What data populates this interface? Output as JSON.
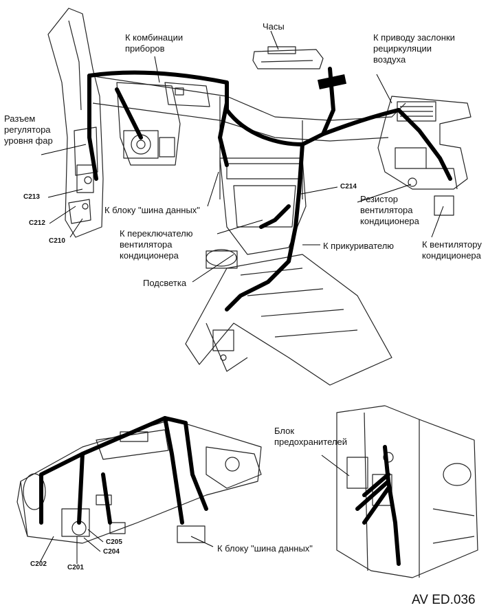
{
  "figure_id": "AV ED.036",
  "labels": {
    "cluster": "К комбинации\nприборов",
    "clock": "Часы",
    "recirc": "К приводу заслонки\nрециркуляции\nвоздуха",
    "headlamp": "Разъем\nрегулятора\nуровня фар",
    "databus_top": "К блоку \"шина данных\"",
    "fan_switch": "К переключателю\nвентилятора\nкондиционера",
    "illumination": "Подсветка",
    "lighter": "К прикуривателю",
    "resistor": "Резистор\nвентилятора\nкондиционера",
    "fan": "К вентилятору\nкондиционера",
    "fuse_box": "Блок\nпредохранителей",
    "databus_bottom": "К блоку \"шина данных\""
  },
  "connectors": {
    "c213": "C213",
    "c212": "C212",
    "c210": "C210",
    "c214": "C214",
    "c202": "C202",
    "c201": "C201",
    "c204": "C204",
    "c205": "C205"
  }
}
